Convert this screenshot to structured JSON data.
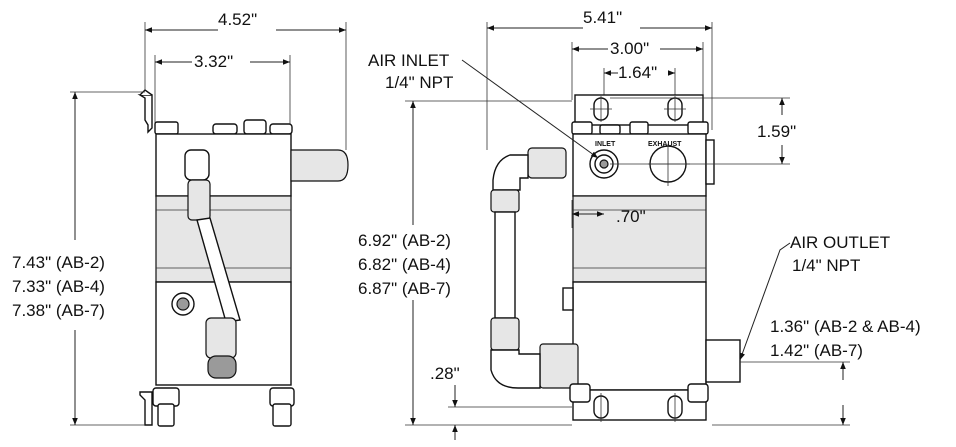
{
  "left_view": {
    "overall_width": "4.52\"",
    "body_width": "3.32\"",
    "height_ab2": "7.43\" (AB-2)",
    "height_ab4": "7.33\" (AB-4)",
    "height_ab7": "7.38\" (AB-7)"
  },
  "right_view": {
    "overall_width": "5.41\"",
    "body_width": "3.00\"",
    "port_spacing": "1.64\"",
    "port_height": "1.59\"",
    "inlet_offset": ".70\"",
    "height_ab2": "6.92\" (AB-2)",
    "height_ab4": "6.82\" (AB-4)",
    "height_ab7": "6.87\" (AB-7)",
    "base_offset": ".28\"",
    "outlet_height_1": "1.36\" (AB-2 & AB-4)",
    "outlet_height_2": "1.42\" (AB-7)",
    "air_inlet_line1": "AIR INLET",
    "air_inlet_line2": "1/4\" NPT",
    "air_outlet_line1": "AIR OUTLET",
    "air_outlet_line2": "1/4\" NPT",
    "port_inlet": "INLET",
    "port_exhaust": "EXHAUST"
  }
}
